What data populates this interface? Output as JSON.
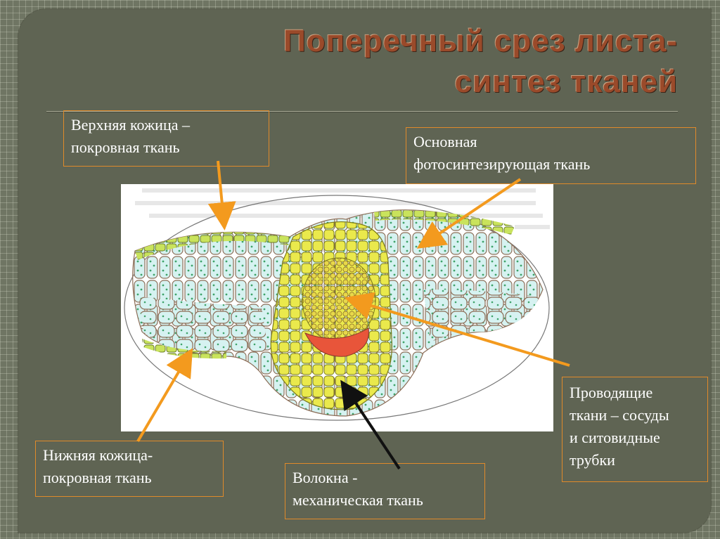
{
  "slide": {
    "title_line1": "Поперечный срез листа-",
    "title_line2": "синтез тканей"
  },
  "labels": {
    "upper_epidermis": [
      "Верхняя кожица –",
      "покровная ткань"
    ],
    "ground_tissue": [
      "Основная",
      "фотосинтезирующая ткань"
    ],
    "conducting": [
      "Проводящие",
      "ткани – сосуды",
      "и ситовидные",
      "трубки"
    ],
    "lower_epidermis": [
      "Нижняя кожица-",
      "покровная ткань"
    ],
    "fibers": [
      "Волокна -",
      "механическая ткань"
    ]
  },
  "colors": {
    "title": "#9a4a2a",
    "label_border": "#e08a2a",
    "arrow_orange": "#f39a1e",
    "arrow_black": "#111111",
    "epidermis": "#c8e05a",
    "mesophyll": "#cfeef0",
    "vascular": "#e8e64a",
    "phloem": "#e8553a"
  }
}
